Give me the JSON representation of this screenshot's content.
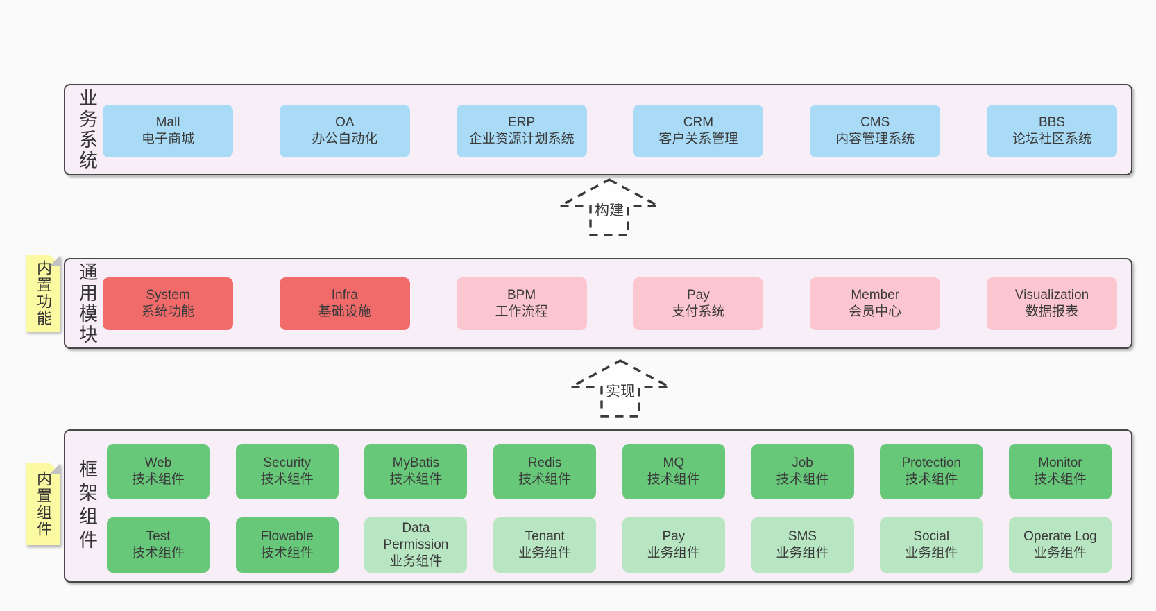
{
  "colors": {
    "page_bg": "#fafafa",
    "band_bg": "#f8eef7",
    "band_border": "#474747",
    "box_blue": "#a9dbf7",
    "box_red": "#f26b6b",
    "box_pink": "#fbc6cf",
    "box_green": "#68c87a",
    "box_light_green": "#b8e5c2",
    "note_yellow": "#fbf9a1",
    "text": "#3a3a3a"
  },
  "bands": {
    "business": {
      "label": "业务系统",
      "boxes": [
        {
          "en": "Mall",
          "zh": "电子商城",
          "type": "blue"
        },
        {
          "en": "OA",
          "zh": "办公自动化",
          "type": "blue"
        },
        {
          "en": "ERP",
          "zh": "企业资源计划系统",
          "type": "blue"
        },
        {
          "en": "CRM",
          "zh": "客户关系管理",
          "type": "blue"
        },
        {
          "en": "CMS",
          "zh": "内容管理系统",
          "type": "blue"
        },
        {
          "en": "BBS",
          "zh": "论坛社区系统",
          "type": "blue"
        }
      ]
    },
    "modules": {
      "label": "通用模块",
      "tab": "内置功能",
      "boxes": [
        {
          "en": "System",
          "zh": "系统功能",
          "type": "red"
        },
        {
          "en": "Infra",
          "zh": "基础设施",
          "type": "red"
        },
        {
          "en": "BPM",
          "zh": "工作流程",
          "type": "pink"
        },
        {
          "en": "Pay",
          "zh": "支付系统",
          "type": "pink"
        },
        {
          "en": "Member",
          "zh": "会员中心",
          "type": "pink"
        },
        {
          "en": "Visualization",
          "zh": "数据报表",
          "type": "pink"
        }
      ]
    },
    "components": {
      "label": "框架组件",
      "tab": "内置组件",
      "row1": [
        {
          "en": "Web",
          "zh": "技术组件",
          "type": "green"
        },
        {
          "en": "Security",
          "zh": "技术组件",
          "type": "green"
        },
        {
          "en": "MyBatis",
          "zh": "技术组件",
          "type": "green"
        },
        {
          "en": "Redis",
          "zh": "技术组件",
          "type": "green"
        },
        {
          "en": "MQ",
          "zh": "技术组件",
          "type": "green"
        },
        {
          "en": "Job",
          "zh": "技术组件",
          "type": "green"
        },
        {
          "en": "Protection",
          "zh": "技术组件",
          "type": "green"
        },
        {
          "en": "Monitor",
          "zh": "技术组件",
          "type": "green"
        }
      ],
      "row2": [
        {
          "en": "Test",
          "zh": "技术组件",
          "type": "green"
        },
        {
          "en": "Flowable",
          "zh": "技术组件",
          "type": "green"
        },
        {
          "en": "Data Permission",
          "zh": "业务组件",
          "type": "lightgreen"
        },
        {
          "en": "Tenant",
          "zh": "业务组件",
          "type": "lightgreen"
        },
        {
          "en": "Pay",
          "zh": "业务组件",
          "type": "lightgreen"
        },
        {
          "en": "SMS",
          "zh": "业务组件",
          "type": "lightgreen"
        },
        {
          "en": "Social",
          "zh": "业务组件",
          "type": "lightgreen"
        },
        {
          "en": "Operate Log",
          "zh": "业务组件",
          "type": "lightgreen"
        }
      ]
    }
  },
  "arrows": {
    "build": "构建",
    "implement": "实现"
  }
}
